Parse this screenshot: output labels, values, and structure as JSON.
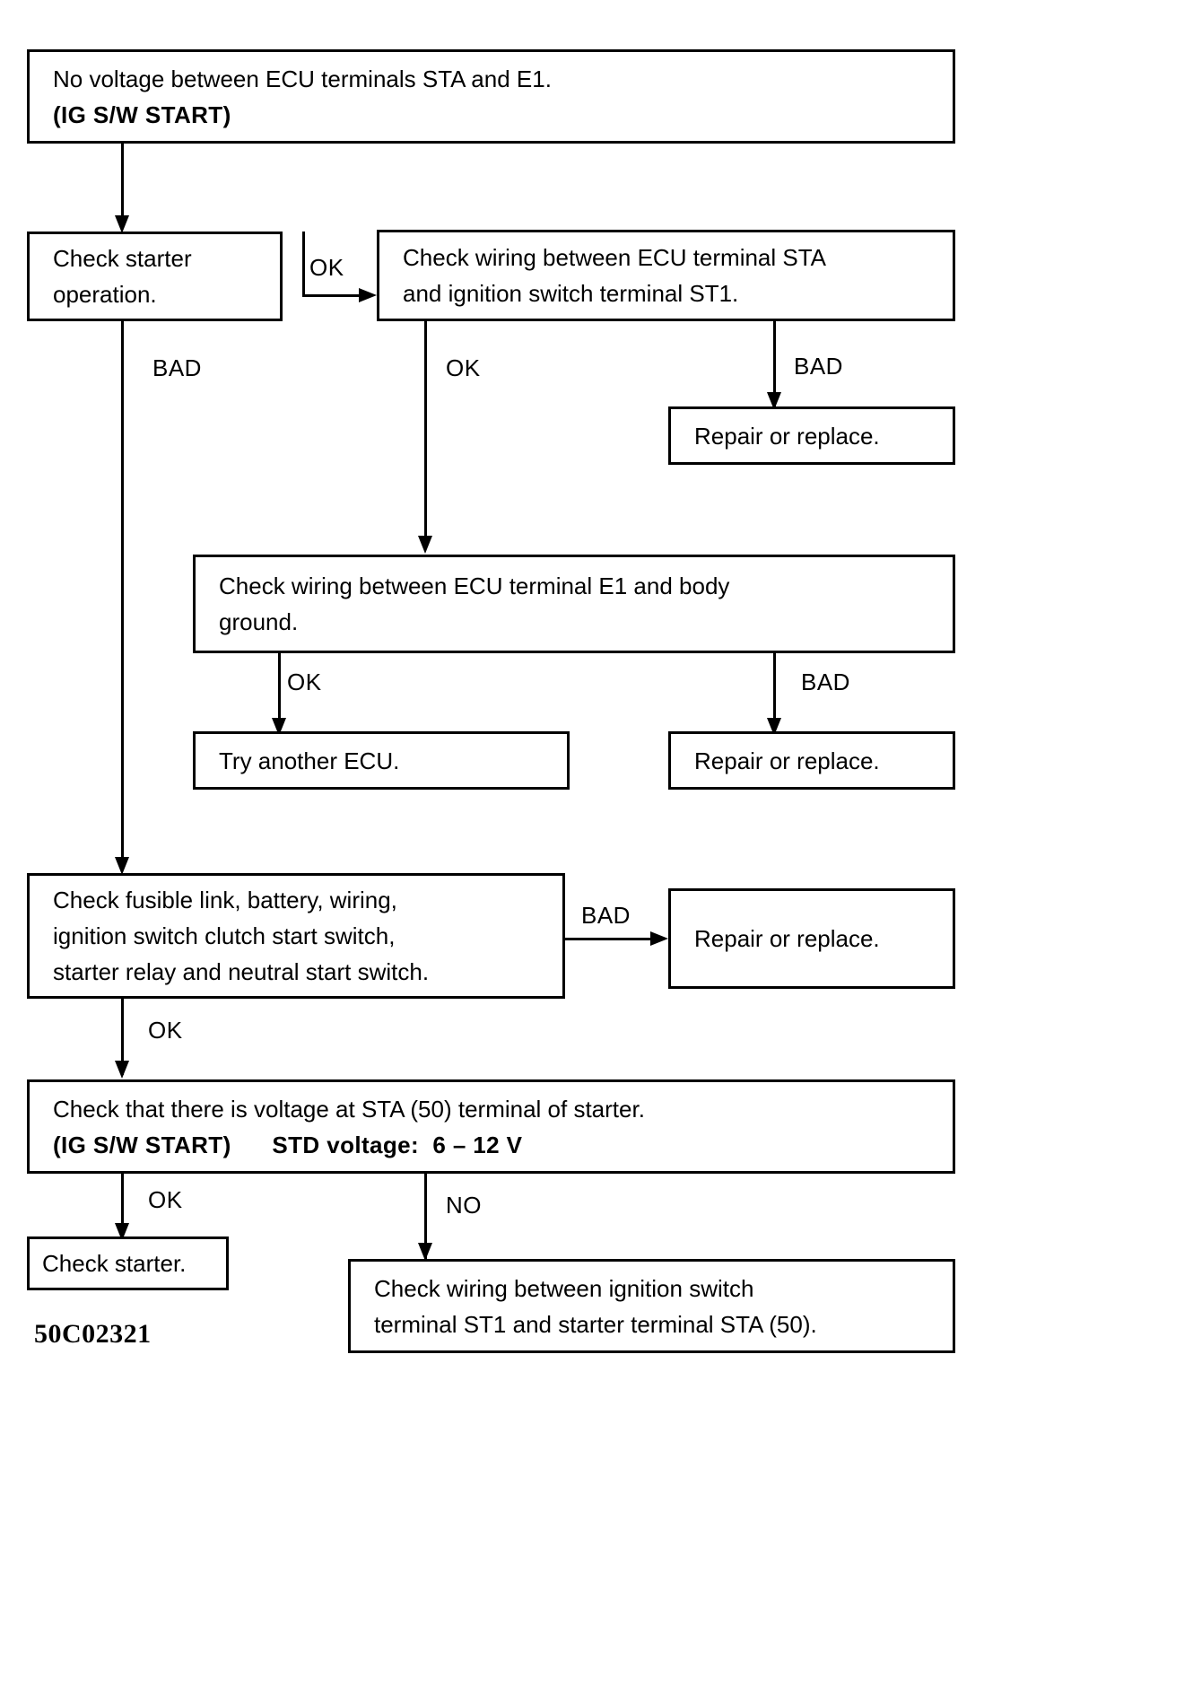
{
  "figure": {
    "code": "50C02321",
    "type": "troubleshooting-flowchart"
  },
  "boxes": {
    "start": {
      "line1": "No voltage between ECU terminals STA and E1.",
      "line2": "(IG S/W START)"
    },
    "check_starter_operation": {
      "line1": "Check starter",
      "line2": "operation."
    },
    "check_wiring_sta_st1": {
      "line1": "Check wiring between ECU terminal STA",
      "line2": "and ignition switch terminal ST1."
    },
    "repair_replace_1": {
      "line1": "Repair or replace."
    },
    "check_wiring_e1_ground": {
      "line1": "Check wiring between ECU terminal E1 and body",
      "line2": "ground."
    },
    "try_another_ecu": {
      "line1": "Try another ECU."
    },
    "repair_replace_2": {
      "line1": "Repair or replace."
    },
    "check_fusible_link": {
      "line1": "Check fusible link, battery, wiring,",
      "line2": "ignition switch clutch start switch,",
      "line3": "starter relay and neutral start switch."
    },
    "repair_replace_3": {
      "line1": "Repair or replace."
    },
    "check_voltage_sta50": {
      "line1": "Check that there is voltage at STA (50) terminal of starter.",
      "line2": "(IG S/W START)      STD voltage:  6 – 12 V"
    },
    "check_starter": {
      "line1": "Check starter."
    },
    "check_wiring_st1_sta50": {
      "line1": "Check wiring between ignition switch",
      "line2": "terminal ST1 and starter terminal STA (50)."
    }
  },
  "edge_labels": {
    "ok_1": "OK",
    "bad_1": "BAD",
    "ok_2": "OK",
    "bad_2": "BAD",
    "ok_3": "OK",
    "bad_3": "BAD",
    "bad_4": "BAD",
    "ok_4": "OK",
    "ok_5": "OK",
    "no_1": "NO"
  },
  "colors": {
    "stroke": "#000000",
    "background": "#ffffff"
  }
}
